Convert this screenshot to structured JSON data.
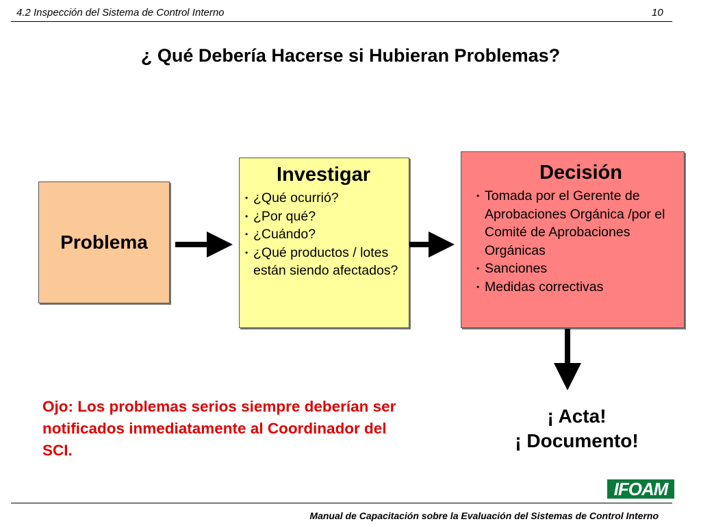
{
  "header": {
    "section": "4.2  Inspección del Sistema de Control Interno",
    "page_number": "10"
  },
  "title": "¿ Qué Debería Hacerse si Hubieran Problemas?",
  "diagram": {
    "problema": {
      "label": "Problema",
      "color": "#fbc898"
    },
    "investigar": {
      "title": "Investigar",
      "color": "#ffff9c",
      "items": [
        "¿Qué ocurrió?",
        "¿Por qué?",
        "¿Cuándo?",
        "¿Qué productos / lotes están siendo afectados?"
      ]
    },
    "decision": {
      "title": "Decisión",
      "color": "#ff8080",
      "items": [
        "Tomada por el Gerente de Aprobaciones Orgánica /por el Comité de Aprobaciones Orgánicas",
        "Sanciones",
        "Medidas correctivas"
      ]
    },
    "result_lines": [
      "¡ Acta!",
      "¡ Documento!"
    ]
  },
  "note": "Ojo: Los problemas serios siempre deberían ser notificados inmediatamente al Coordinador del SCI.",
  "note_color": "#e00000",
  "logo_text": "IFOAM",
  "footer": "Manual de Capacitación sobre la Evaluación del Sistemas de Control Interno"
}
